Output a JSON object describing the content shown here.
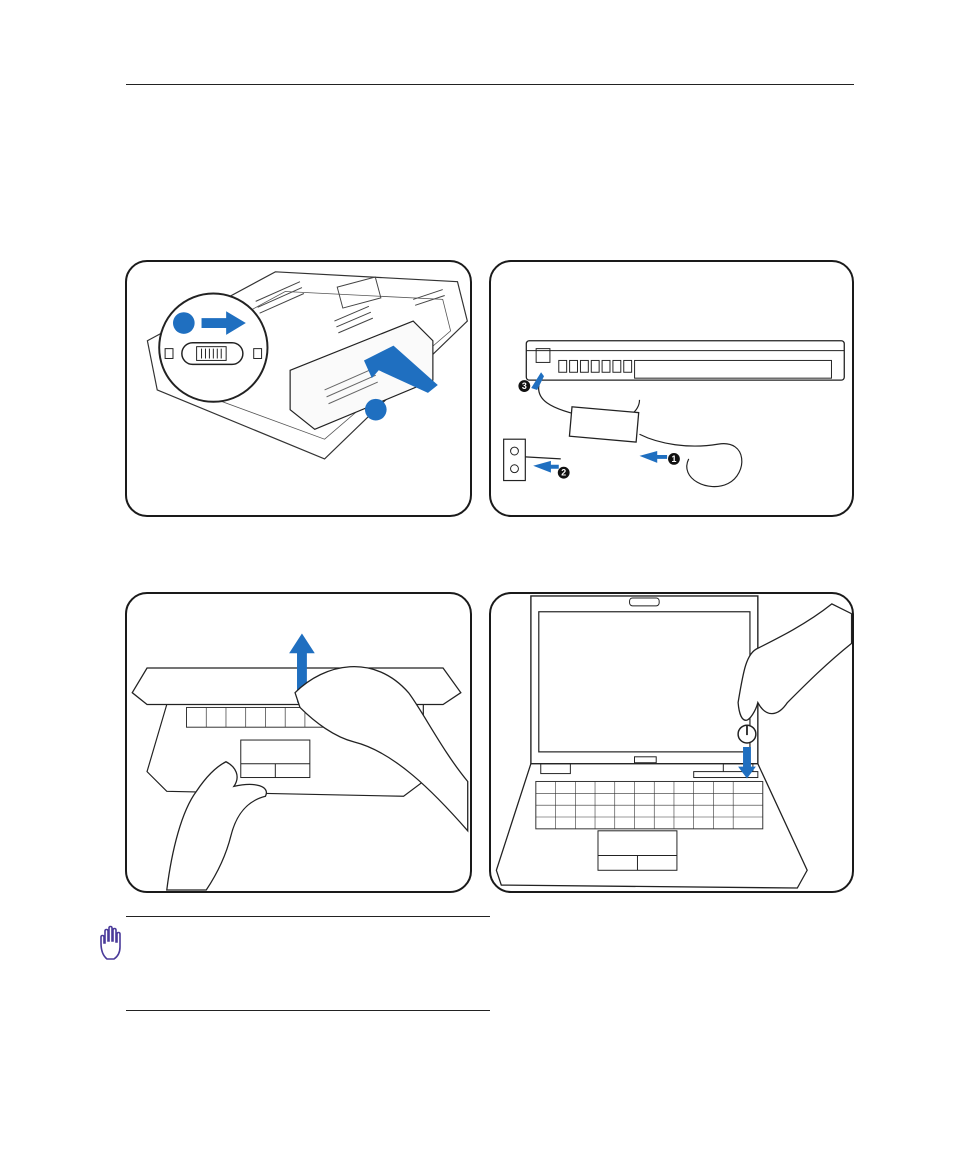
{
  "page": {
    "header_rule": "",
    "note_icon": "hand-stop-icon"
  },
  "figures": [
    {
      "id": "install-battery",
      "step_labels": []
    },
    {
      "id": "connect-ac-adapter",
      "step_labels": [
        "3",
        "2",
        "1"
      ]
    },
    {
      "id": "open-display-panel",
      "step_labels": []
    },
    {
      "id": "power-on",
      "step_labels": []
    }
  ],
  "colors": {
    "arrow_blue": "#1f6fc0",
    "outline": "#1a1a1a",
    "icon_purple": "#4a3a9a"
  }
}
